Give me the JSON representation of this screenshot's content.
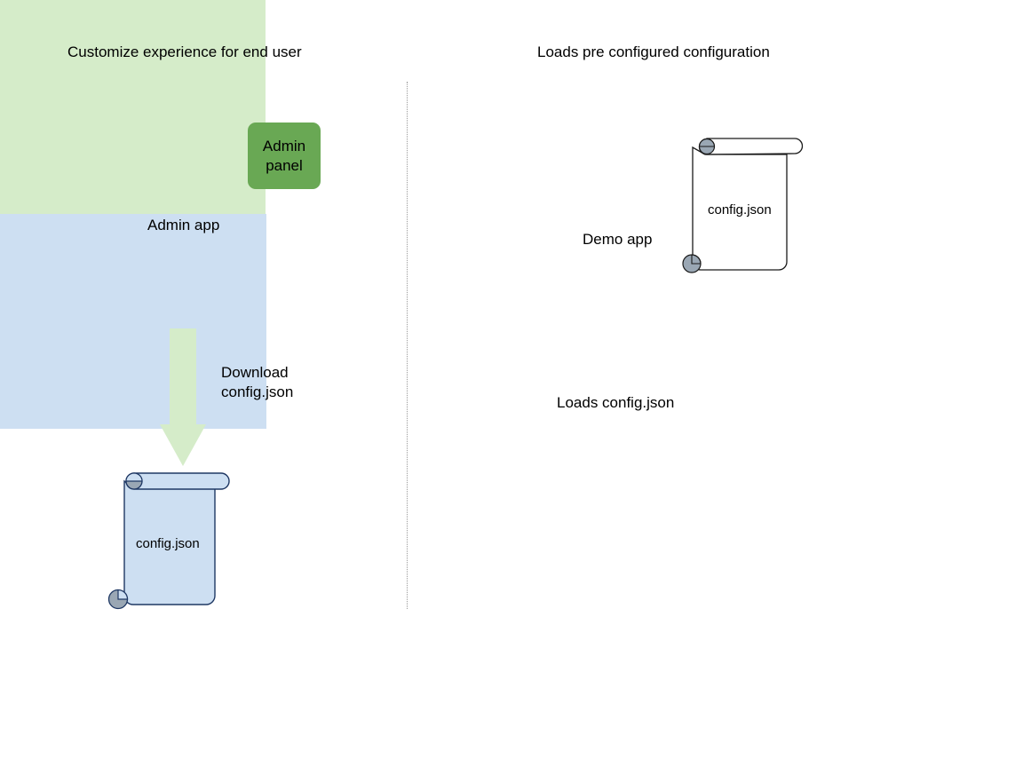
{
  "diagram": {
    "type": "flow-diagram",
    "background": "#ffffff",
    "panels": {
      "left": {
        "title": "Customize experience for end user",
        "app_box": {
          "label": "Admin app",
          "fill": "#d5ecc9"
        },
        "badge": {
          "label": "Admin panel",
          "fill": "#69a854"
        },
        "arrow": {
          "label": "Download\nconfig.json",
          "fill": "#d5ecc9",
          "direction": "down"
        },
        "document": {
          "label": "config.json",
          "fill": "#cddff2",
          "stroke": "#1f3864",
          "curl_fill": "#9aa7b4"
        }
      },
      "right": {
        "title": "Loads pre configured configuration",
        "app_box": {
          "label": "Demo app",
          "fill": "#cddff2"
        },
        "document": {
          "label": "config.json",
          "fill": "transparent",
          "stroke": "#1a1a1a",
          "curl_fill": "#9aa7b4"
        },
        "caption": "Loads config.json"
      }
    },
    "divider": {
      "style": "dotted",
      "color": "#9a9a9a"
    }
  }
}
